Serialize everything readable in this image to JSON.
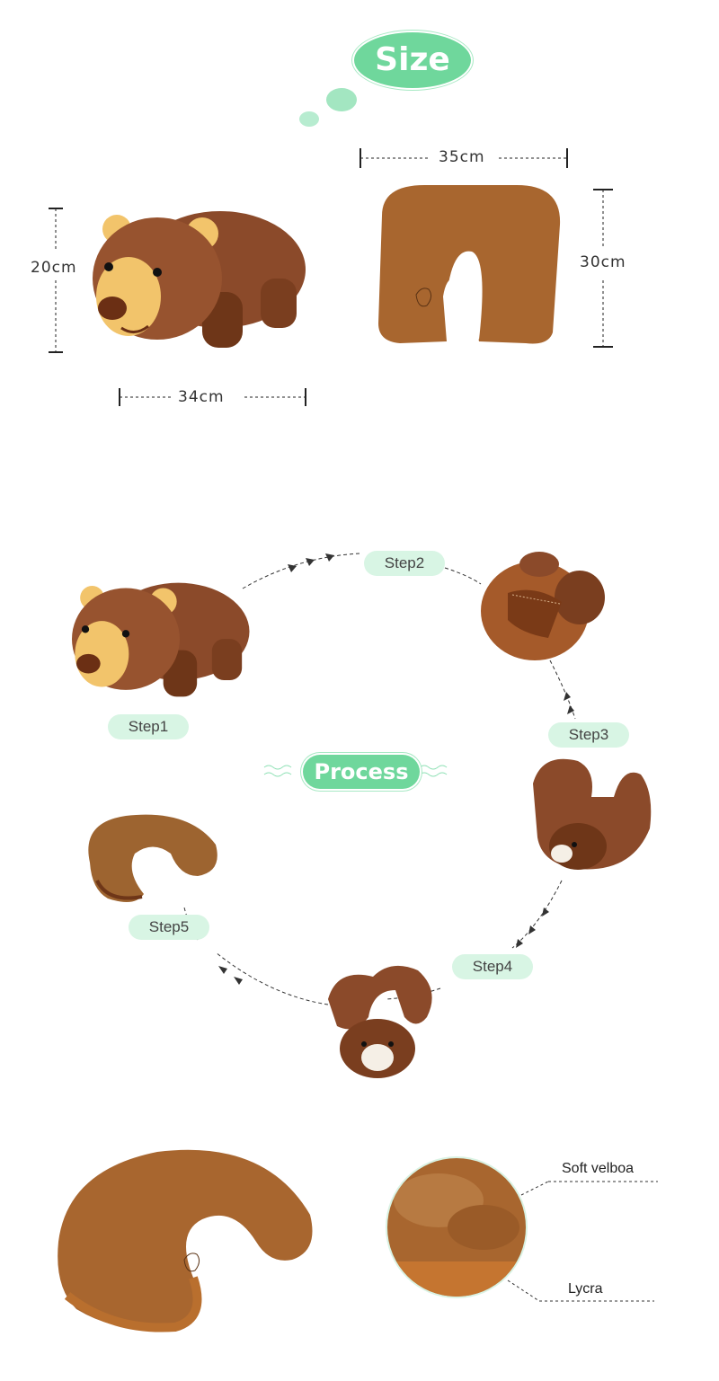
{
  "size_section": {
    "title": "Size",
    "bear_height": "20cm",
    "bear_width": "34cm",
    "pillow_width": "35cm",
    "pillow_height": "30cm"
  },
  "process_section": {
    "title": "Process",
    "steps": [
      "Step1",
      "Step2",
      "Step3",
      "Step4",
      "Step5"
    ]
  },
  "material_section": {
    "outer": "Soft velboa",
    "inner": "Lycra"
  },
  "colors": {
    "accent": "#6fd79c",
    "step_bg": "#d8f5e4",
    "bear_brown": "#8b4a2a",
    "pillow_brown": "#a8662f",
    "muzzle": "#f2c46b"
  }
}
